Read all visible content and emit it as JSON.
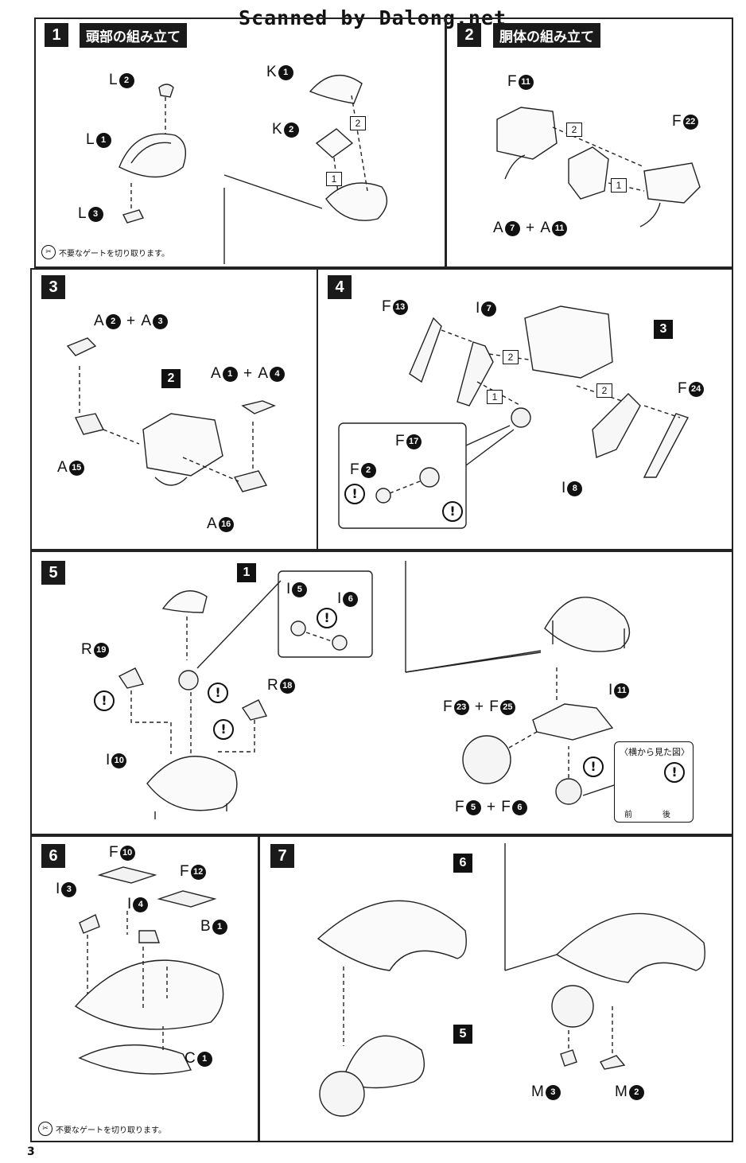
{
  "watermark": "Scanned by Dalong.net",
  "page_number": "3",
  "gate_note": "不要なゲートを切り取ります。",
  "steps": [
    {
      "num": "1",
      "title": "頭部の組み立て"
    },
    {
      "num": "2",
      "title": "胴体の組み立て"
    },
    {
      "num": "3",
      "title": ""
    },
    {
      "num": "4",
      "title": ""
    },
    {
      "num": "5",
      "title": ""
    },
    {
      "num": "6",
      "title": ""
    },
    {
      "num": "7",
      "title": ""
    }
  ],
  "side_view": {
    "title": "〈横から見た図〉",
    "front": "前",
    "back": "後"
  },
  "warning_symbol": "!",
  "parts": {
    "s1_L2": {
      "letter": "L",
      "num": "2"
    },
    "s1_L1": {
      "letter": "L",
      "num": "1"
    },
    "s1_L3": {
      "letter": "L",
      "num": "3"
    },
    "s1_K1": {
      "letter": "K",
      "num": "1"
    },
    "s1_K2": {
      "letter": "K",
      "num": "2"
    },
    "s2_F11": {
      "letter": "F",
      "num": "11"
    },
    "s2_F22": {
      "letter": "F",
      "num": "22"
    },
    "s2_A7A11": {
      "letter": "A",
      "num": "7",
      "letter2": "A",
      "num2": "11"
    },
    "s3_A2A3": {
      "letter": "A",
      "num": "2",
      "letter2": "A",
      "num2": "3"
    },
    "s3_A1A4": {
      "letter": "A",
      "num": "1",
      "letter2": "A",
      "num2": "4"
    },
    "s3_A15": {
      "letter": "A",
      "num": "15"
    },
    "s3_A16": {
      "letter": "A",
      "num": "16"
    },
    "s4_F13": {
      "letter": "F",
      "num": "13"
    },
    "s4_I7": {
      "letter": "I",
      "num": "7"
    },
    "s4_F24": {
      "letter": "F",
      "num": "24"
    },
    "s4_I8": {
      "letter": "I",
      "num": "8"
    },
    "s4_F17": {
      "letter": "F",
      "num": "17"
    },
    "s4_F2": {
      "letter": "F",
      "num": "2"
    },
    "s5_R19": {
      "letter": "R",
      "num": "19"
    },
    "s5_R18": {
      "letter": "R",
      "num": "18"
    },
    "s5_I10": {
      "letter": "I",
      "num": "10"
    },
    "s5_I5": {
      "letter": "I",
      "num": "5"
    },
    "s5_I6": {
      "letter": "I",
      "num": "6"
    },
    "s5_F23F25": {
      "letter": "F",
      "num": "23",
      "letter2": "F",
      "num2": "25"
    },
    "s5_I11": {
      "letter": "I",
      "num": "11"
    },
    "s5_F5F6": {
      "letter": "F",
      "num": "5",
      "letter2": "F",
      "num2": "6"
    },
    "s6_F10": {
      "letter": "F",
      "num": "10"
    },
    "s6_F12": {
      "letter": "F",
      "num": "12"
    },
    "s6_I3": {
      "letter": "I",
      "num": "3"
    },
    "s6_I4": {
      "letter": "I",
      "num": "4"
    },
    "s6_B1": {
      "letter": "B",
      "num": "1"
    },
    "s6_C1": {
      "letter": "C",
      "num": "1"
    },
    "s7_M3": {
      "letter": "M",
      "num": "3"
    },
    "s7_M2": {
      "letter": "M",
      "num": "2"
    }
  },
  "subassembly_refs": {
    "s3_ref2": "2",
    "s4_ref3": "3",
    "s5_ref1": "1",
    "s7_ref6": "6",
    "s7_ref5": "5"
  },
  "order_marks": {
    "one": "1",
    "two": "2"
  }
}
